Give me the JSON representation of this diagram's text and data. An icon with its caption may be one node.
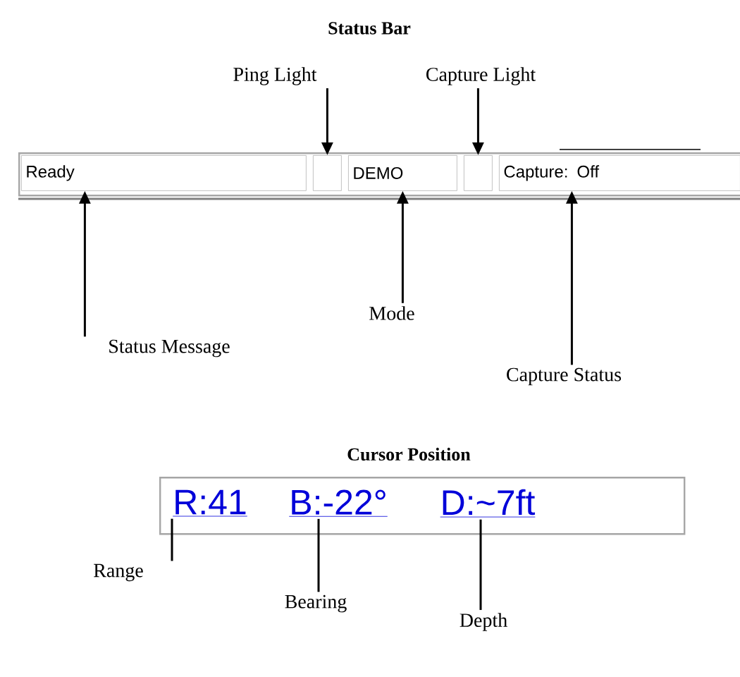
{
  "diagram": {
    "title": "Status Bar",
    "nodes": [
      {
        "text": [],
        "shape": "bar"
      },
      {
        "text": [
          "Ready"
        ],
        "in": 0
      },
      {
        "text": [],
        "shape": "box",
        "in": 0
      },
      {
        "text": [
          "DEMO"
        ],
        "in": 0
      },
      {
        "text": [],
        "shape": "box",
        "in": 0
      },
      {
        "text": [
          "Capture: Off"
        ],
        "in": 0
      },
      {
        "text": [
          "Ping Light"
        ]
      },
      {
        "text": [
          "Capture Light"
        ]
      },
      {
        "text": [
          "Status Message"
        ]
      },
      {
        "text": [
          "Mode"
        ]
      },
      {
        "text": [
          "Capture Status"
        ]
      },
      {
        "text": [
          "Cursor Position"
        ]
      },
      {
        "text": [
          "R:41"
        ],
        "in": 11
      },
      {
        "text": [
          "B:-22°"
        ],
        "in": 11
      },
      {
        "text": [
          "D:~7ft"
        ],
        "in": 11
      },
      {
        "text": [
          "Range"
        ]
      },
      {
        "text": [
          "Bearing"
        ]
      },
      {
        "text": [
          "Depth"
        ]
      }
    ],
    "edges": [
      {
        "from": 6,
        "to": 2,
        "arrow": "to"
      },
      {
        "from": 7,
        "to": 4,
        "arrow": "to"
      },
      {
        "from": 8,
        "to": 1,
        "arrow": "to"
      },
      {
        "from": 9,
        "to": 3,
        "arrow": "to"
      },
      {
        "from": 10,
        "to": 5,
        "arrow": "to"
      },
      {
        "from": 15,
        "to": 12,
        "arrow": "none"
      },
      {
        "from": 16,
        "to": 13,
        "arrow": "none"
      },
      {
        "from": 17,
        "to": 14,
        "arrow": "none"
      }
    ]
  }
}
